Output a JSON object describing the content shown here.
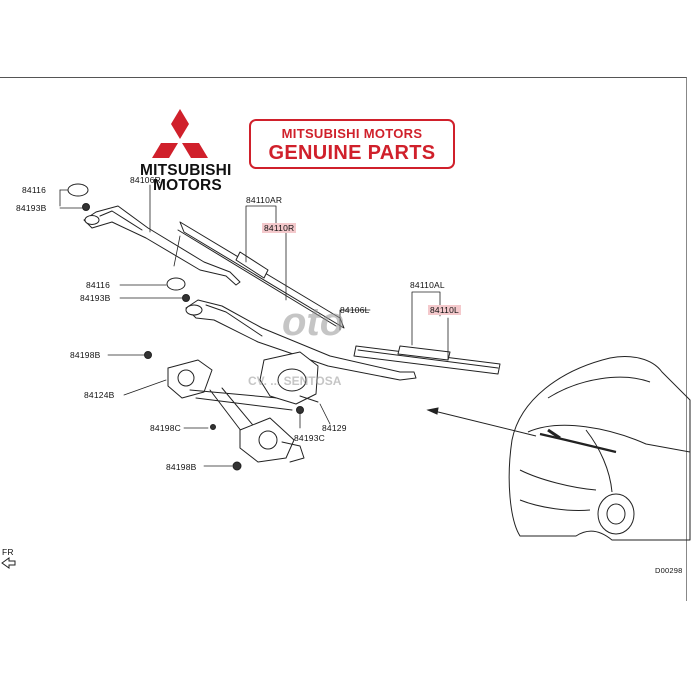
{
  "brand": {
    "name_line1": "MITSUBISHI",
    "name_line2": "MOTORS",
    "logo_color": "#d0202b"
  },
  "badge": {
    "top": "MITSUBISHI MOTORS",
    "bottom": "GENUINE PARTS",
    "color": "#d0202b"
  },
  "watermark": {
    "main": "oto",
    "sub": "CV. ... SENTOSA"
  },
  "parts": {
    "p84116_a": "84116",
    "p84193b_a": "84193B",
    "p84106r": "84106R",
    "p84110ar": "84110AR",
    "p84110r": "84110R",
    "p84116_b": "84116",
    "p84193b_b": "84193B",
    "p84110al": "84110AL",
    "p84110l": "84110L",
    "p84106l": "84106L",
    "p84198b_a": "84198B",
    "p84124b": "84124B",
    "p84198c": "84198C",
    "p84129": "84129",
    "p84193c": "84193C",
    "p84198b_b": "84198B"
  },
  "footer": {
    "direction": "FR",
    "drawing_code": "D00298"
  },
  "highlight_color": "#f4c9cc"
}
